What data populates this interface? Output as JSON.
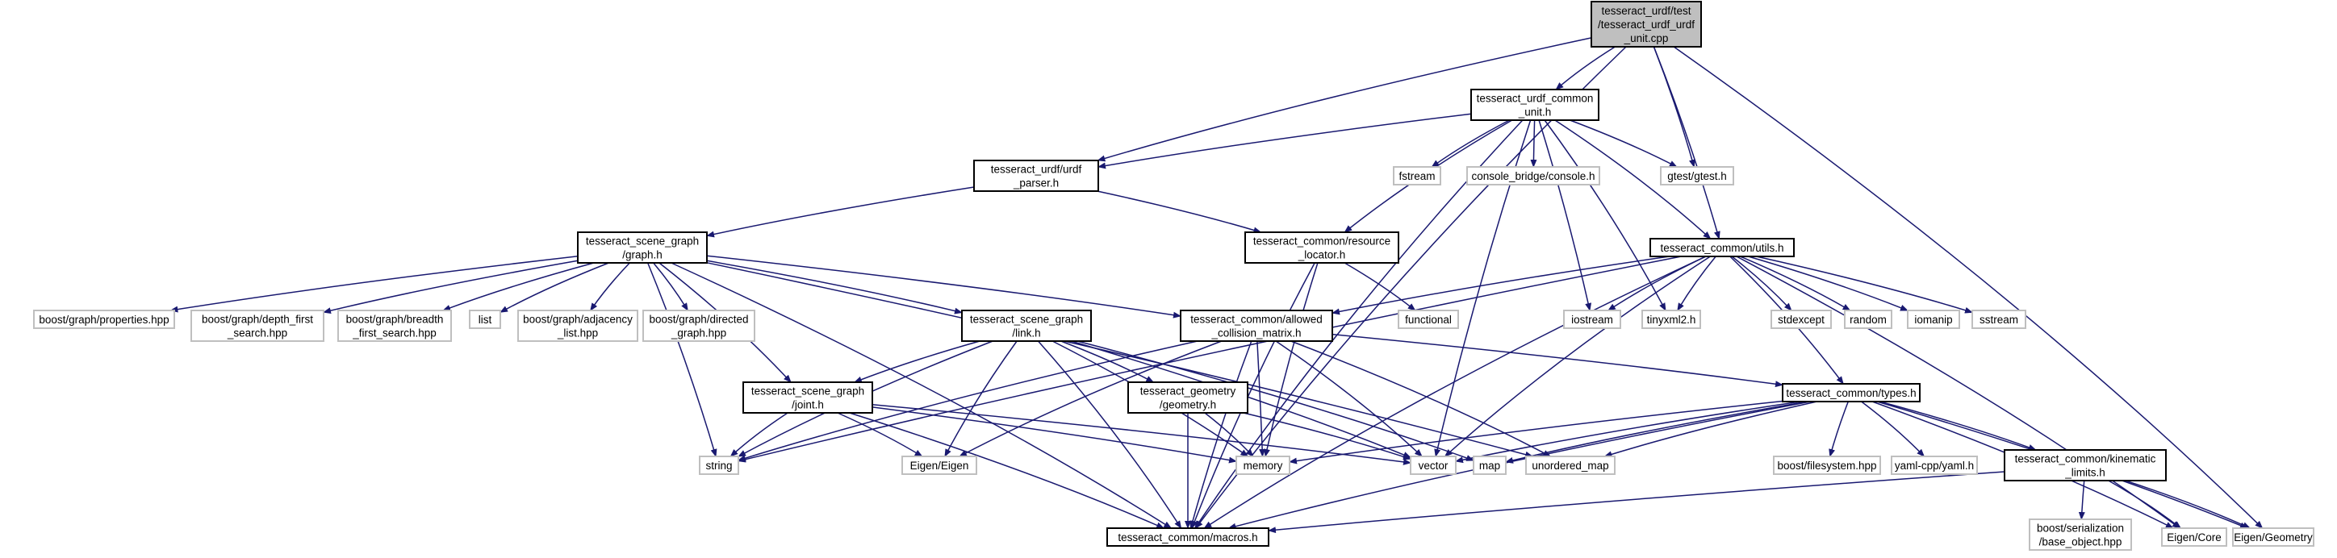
{
  "colors": {
    "edge": "#191970",
    "root_fill": "#bfbfbf",
    "local_border": "#000000",
    "external_border": "#bfbfbf"
  },
  "nodes": {
    "root": {
      "lines": [
        "tesseract_urdf/test",
        "/tesseract_urdf_urdf",
        "_unit.cpp"
      ],
      "kind": "root"
    },
    "common_unit": {
      "lines": [
        "tesseract_urdf_common",
        "_unit.h"
      ],
      "kind": "local"
    },
    "urdf_parser": {
      "lines": [
        "tesseract_urdf/urdf",
        "_parser.h"
      ],
      "kind": "local"
    },
    "fstream": {
      "lines": [
        "fstream"
      ],
      "kind": "external"
    },
    "console": {
      "lines": [
        "console_bridge/console.h"
      ],
      "kind": "external"
    },
    "gtest": {
      "lines": [
        "gtest/gtest.h"
      ],
      "kind": "external"
    },
    "graph": {
      "lines": [
        "tesseract_scene_graph",
        "/graph.h"
      ],
      "kind": "local"
    },
    "resource": {
      "lines": [
        "tesseract_common/resource",
        "_locator.h"
      ],
      "kind": "local"
    },
    "utils": {
      "lines": [
        "tesseract_common/utils.h"
      ],
      "kind": "local"
    },
    "properties": {
      "lines": [
        "boost/graph/properties.hpp"
      ],
      "kind": "external"
    },
    "dfs": {
      "lines": [
        "boost/graph/depth_first",
        "_search.hpp"
      ],
      "kind": "external"
    },
    "bfs": {
      "lines": [
        "boost/graph/breadth",
        "_first_search.hpp"
      ],
      "kind": "external"
    },
    "list": {
      "lines": [
        "list"
      ],
      "kind": "external"
    },
    "adjacency": {
      "lines": [
        "boost/graph/adjacency",
        "_list.hpp"
      ],
      "kind": "external"
    },
    "directed": {
      "lines": [
        "boost/graph/directed",
        "_graph.hpp"
      ],
      "kind": "external"
    },
    "link": {
      "lines": [
        "tesseract_scene_graph",
        "/link.h"
      ],
      "kind": "local"
    },
    "acm": {
      "lines": [
        "tesseract_common/allowed",
        "_collision_matrix.h"
      ],
      "kind": "local"
    },
    "functional": {
      "lines": [
        "functional"
      ],
      "kind": "external"
    },
    "iostream": {
      "lines": [
        "iostream"
      ],
      "kind": "external"
    },
    "tinyxml2": {
      "lines": [
        "tinyxml2.h"
      ],
      "kind": "external"
    },
    "stdexcept": {
      "lines": [
        "stdexcept"
      ],
      "kind": "external"
    },
    "random": {
      "lines": [
        "random"
      ],
      "kind": "external"
    },
    "iomanip": {
      "lines": [
        "iomanip"
      ],
      "kind": "external"
    },
    "sstream": {
      "lines": [
        "sstream"
      ],
      "kind": "external"
    },
    "joint": {
      "lines": [
        "tesseract_scene_graph",
        "/joint.h"
      ],
      "kind": "local"
    },
    "geometry": {
      "lines": [
        "tesseract_geometry",
        "/geometry.h"
      ],
      "kind": "local"
    },
    "types": {
      "lines": [
        "tesseract_common/types.h"
      ],
      "kind": "local"
    },
    "string": {
      "lines": [
        "string"
      ],
      "kind": "external"
    },
    "eigen": {
      "lines": [
        "Eigen/Eigen"
      ],
      "kind": "external"
    },
    "memory": {
      "lines": [
        "memory"
      ],
      "kind": "external"
    },
    "vector": {
      "lines": [
        "vector"
      ],
      "kind": "external"
    },
    "map": {
      "lines": [
        "map"
      ],
      "kind": "external"
    },
    "unordered_map": {
      "lines": [
        "unordered_map"
      ],
      "kind": "external"
    },
    "filesystem": {
      "lines": [
        "boost/filesystem.hpp"
      ],
      "kind": "external"
    },
    "yaml": {
      "lines": [
        "yaml-cpp/yaml.h"
      ],
      "kind": "external"
    },
    "kinematic": {
      "lines": [
        "tesseract_common/kinematic",
        "_limits.h"
      ],
      "kind": "local"
    },
    "macros": {
      "lines": [
        "tesseract_common/macros.h"
      ],
      "kind": "local"
    },
    "serialization": {
      "lines": [
        "boost/serialization",
        "/base_object.hpp"
      ],
      "kind": "external"
    },
    "eigen_core": {
      "lines": [
        "Eigen/Core"
      ],
      "kind": "external"
    },
    "eigen_geometry": {
      "lines": [
        "Eigen/Geometry"
      ],
      "kind": "external"
    }
  },
  "edges": [
    [
      "root",
      "common_unit"
    ],
    [
      "root",
      "urdf_parser"
    ],
    [
      "root",
      "gtest"
    ],
    [
      "root",
      "utils"
    ],
    [
      "root",
      "macros"
    ],
    [
      "root",
      "eigen_geometry"
    ],
    [
      "common_unit",
      "urdf_parser"
    ],
    [
      "common_unit",
      "fstream"
    ],
    [
      "common_unit",
      "console"
    ],
    [
      "common_unit",
      "gtest"
    ],
    [
      "common_unit",
      "resource"
    ],
    [
      "common_unit",
      "utils"
    ],
    [
      "common_unit",
      "iostream"
    ],
    [
      "common_unit",
      "tinyxml2"
    ],
    [
      "common_unit",
      "vector"
    ],
    [
      "common_unit",
      "macros"
    ],
    [
      "urdf_parser",
      "graph"
    ],
    [
      "urdf_parser",
      "resource"
    ],
    [
      "graph",
      "properties"
    ],
    [
      "graph",
      "dfs"
    ],
    [
      "graph",
      "bfs"
    ],
    [
      "graph",
      "list"
    ],
    [
      "graph",
      "adjacency"
    ],
    [
      "graph",
      "directed"
    ],
    [
      "graph",
      "link"
    ],
    [
      "graph",
      "acm"
    ],
    [
      "graph",
      "joint"
    ],
    [
      "graph",
      "string"
    ],
    [
      "graph",
      "macros"
    ],
    [
      "graph",
      "unordered_map"
    ],
    [
      "resource",
      "functional"
    ],
    [
      "resource",
      "memory"
    ],
    [
      "resource",
      "macros"
    ],
    [
      "utils",
      "acm"
    ],
    [
      "utils",
      "iostream"
    ],
    [
      "utils",
      "tinyxml2"
    ],
    [
      "utils",
      "stdexcept"
    ],
    [
      "utils",
      "random"
    ],
    [
      "utils",
      "iomanip"
    ],
    [
      "utils",
      "sstream"
    ],
    [
      "utils",
      "types"
    ],
    [
      "utils",
      "string"
    ],
    [
      "utils",
      "vector"
    ],
    [
      "utils",
      "eigen_core"
    ],
    [
      "utils",
      "macros"
    ],
    [
      "link",
      "joint"
    ],
    [
      "link",
      "geometry"
    ],
    [
      "link",
      "string"
    ],
    [
      "link",
      "eigen"
    ],
    [
      "link",
      "memory"
    ],
    [
      "link",
      "vector"
    ],
    [
      "link",
      "map"
    ],
    [
      "link",
      "macros"
    ],
    [
      "acm",
      "types"
    ],
    [
      "acm",
      "string"
    ],
    [
      "acm",
      "eigen"
    ],
    [
      "acm",
      "memory"
    ],
    [
      "acm",
      "vector"
    ],
    [
      "acm",
      "unordered_map"
    ],
    [
      "acm",
      "macros"
    ],
    [
      "joint",
      "string"
    ],
    [
      "joint",
      "eigen"
    ],
    [
      "joint",
      "memory"
    ],
    [
      "joint",
      "vector"
    ],
    [
      "joint",
      "macros"
    ],
    [
      "geometry",
      "memory"
    ],
    [
      "geometry",
      "vector"
    ],
    [
      "geometry",
      "macros"
    ],
    [
      "types",
      "memory"
    ],
    [
      "types",
      "vector"
    ],
    [
      "types",
      "map"
    ],
    [
      "types",
      "unordered_map"
    ],
    [
      "types",
      "filesystem"
    ],
    [
      "types",
      "yaml"
    ],
    [
      "types",
      "kinematic"
    ],
    [
      "types",
      "macros"
    ],
    [
      "types",
      "eigen_core"
    ],
    [
      "types",
      "eigen_geometry"
    ],
    [
      "kinematic",
      "serialization"
    ],
    [
      "kinematic",
      "eigen_core"
    ],
    [
      "kinematic",
      "eigen_geometry"
    ],
    [
      "kinematic",
      "macros"
    ]
  ]
}
